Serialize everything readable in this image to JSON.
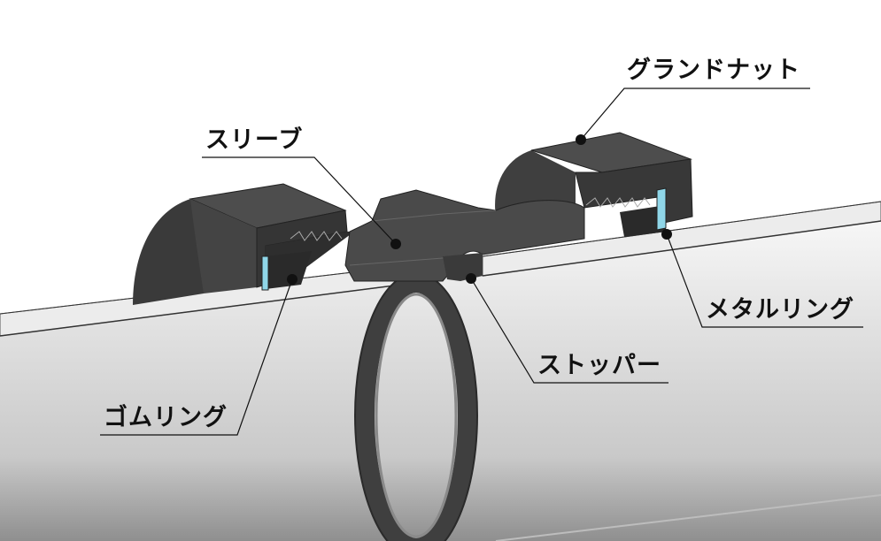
{
  "labels": {
    "gland_nut": "グランドナット",
    "sleeve": "スリーブ",
    "metal_ring": "メタルリング",
    "stopper": "ストッパー",
    "rubber_ring": "ゴムリング"
  },
  "colors": {
    "fitting_dark": "#3c3c3c",
    "fitting_mid": "#555555",
    "fitting_top": "#4a4a4a",
    "pipe_light": "#e6e6e6",
    "pipe_edge": "#f4f4f4",
    "pipe_shadow": "#9a9a9a",
    "metal_ring_accent": "#8fd6e8",
    "leader_line": "#111111"
  }
}
